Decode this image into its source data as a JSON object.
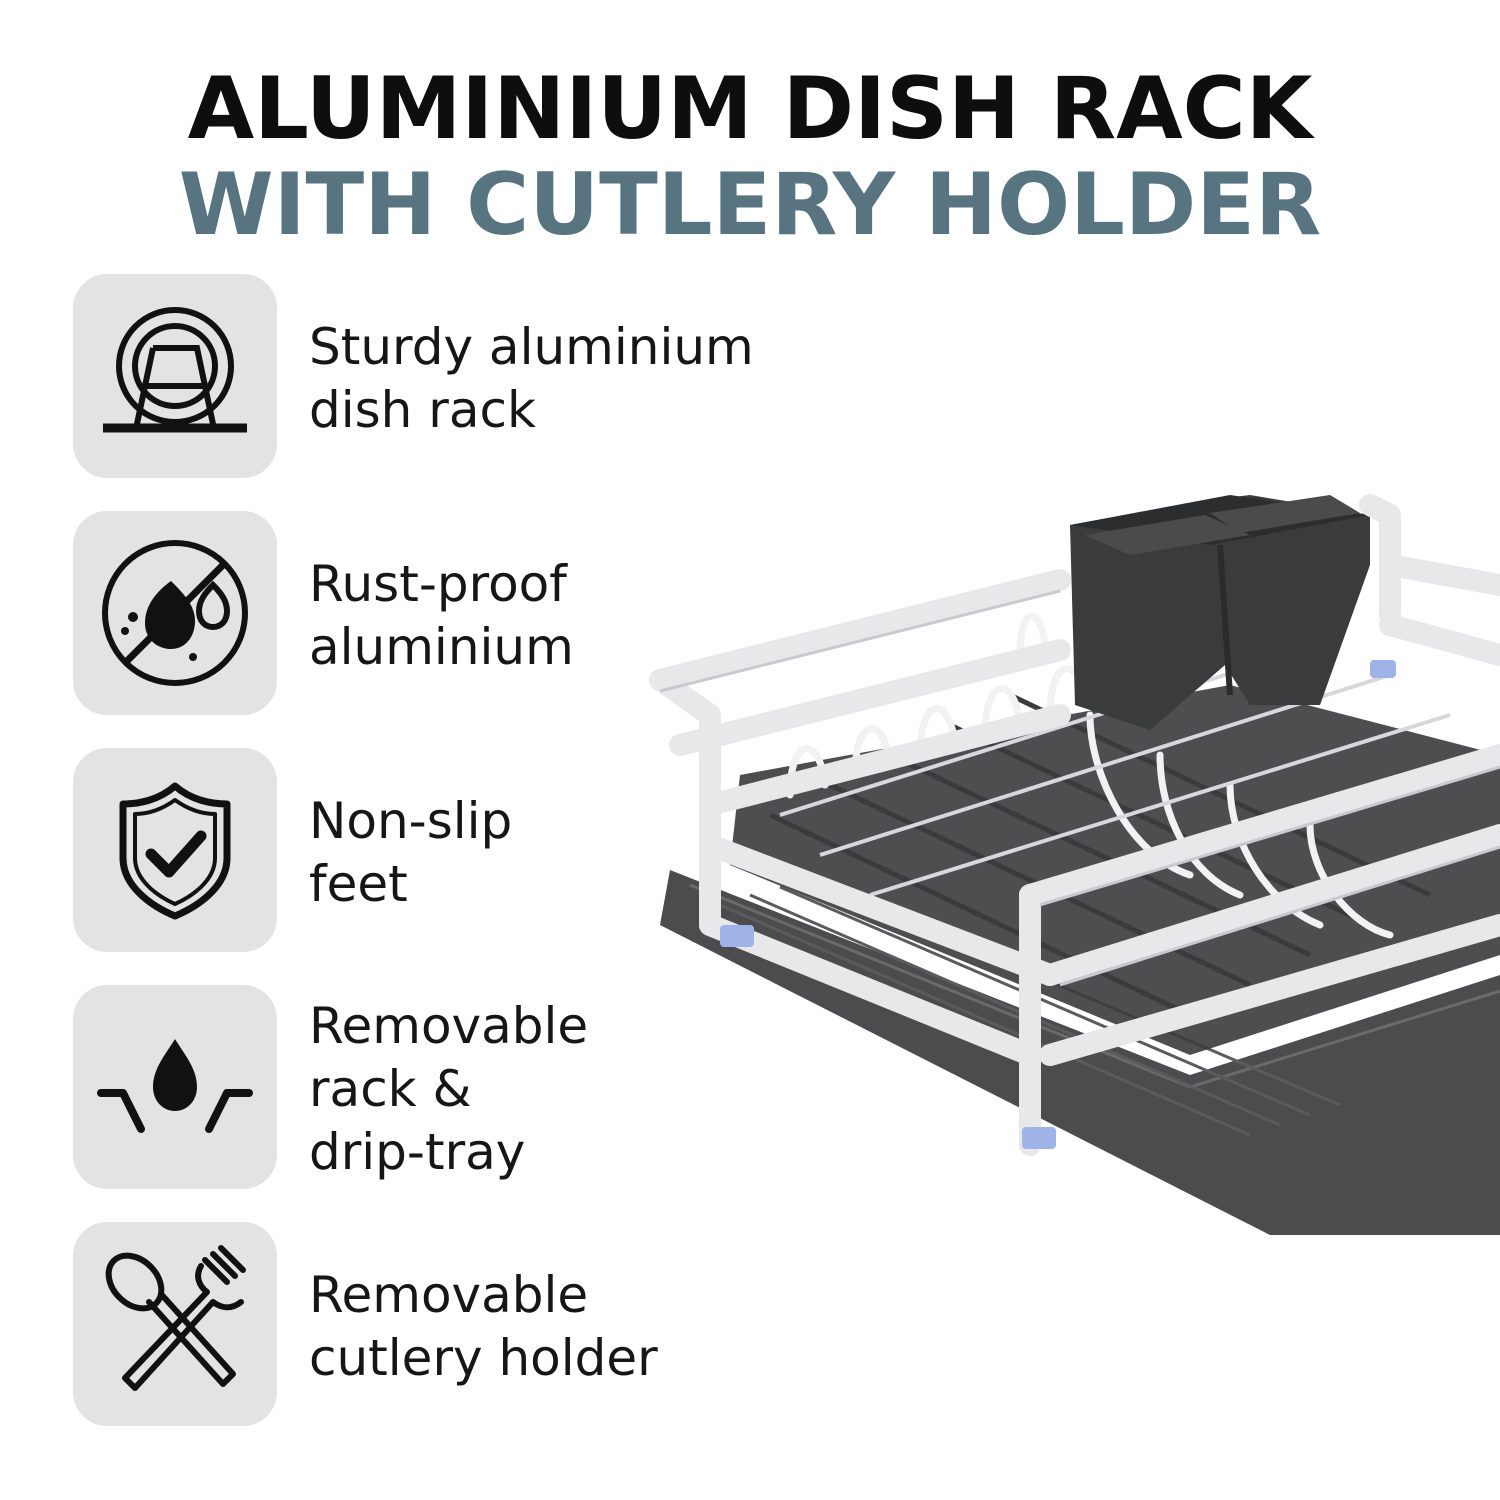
{
  "headline": {
    "line1": "ALUMINIUM DISH RACK",
    "line2": "WITH CUTLERY HOLDER"
  },
  "colors": {
    "headline_dark": "#0e0e0e",
    "headline_accent": "#587481",
    "icon_tile": "#e3e3e3",
    "rack_frame": "#e8e8ea",
    "drip_tray": "#4a4a4d",
    "cutlery_holder": "#3b3c3e",
    "feet": "#9fb3e6"
  },
  "features": [
    {
      "icon": "plate-in-rack-icon",
      "text": "Sturdy aluminium\ndish rack"
    },
    {
      "icon": "no-rust-drops-icon",
      "text": "Rust-proof\naluminium"
    },
    {
      "icon": "shield-check-icon",
      "text": "Non-slip\nfeet"
    },
    {
      "icon": "drip-tray-drop-icon",
      "text": "Removable\nrack &\ndrip-tray"
    },
    {
      "icon": "spoon-fork-icon",
      "text": "Removable\ncutlery holder"
    }
  ],
  "product": {
    "image_subject": "aluminium dish rack with drip tray and cutlery holder"
  }
}
